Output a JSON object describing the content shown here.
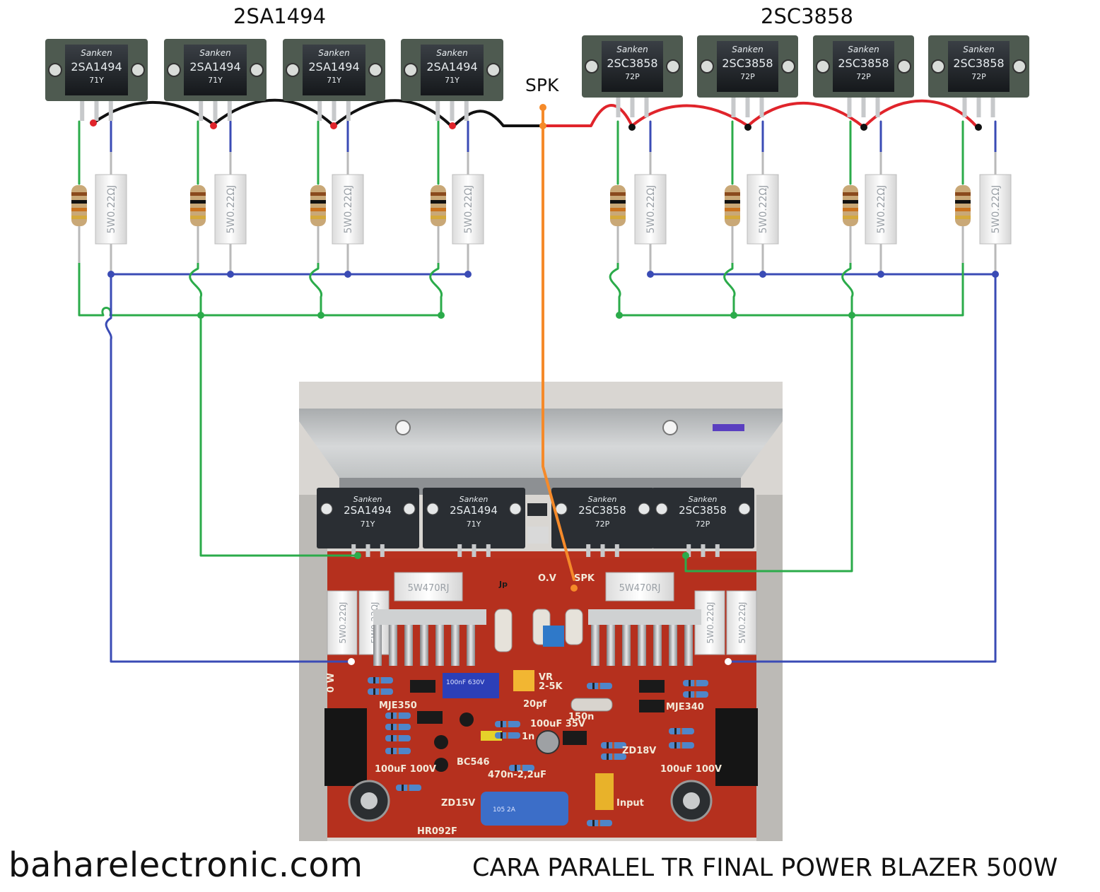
{
  "labels": {
    "left_group": "2SA1494",
    "right_group": "2SC3858",
    "speaker": "SPK",
    "website": "baharelectronic.com",
    "caption": "CARA PARALEL TR FINAL POWER BLAZER 500W"
  },
  "transistors": {
    "pnp": {
      "brand": "Sanken",
      "part": "2SA1494",
      "code": "71Y"
    },
    "npn": {
      "brand": "Sanken",
      "part": "2SC3858",
      "code": "72P"
    }
  },
  "emitter_resistor": {
    "label": "5W0.22ΩJ",
    "board_label": "5W0.22ΩJ"
  },
  "board": {
    "bias_resistor": "5W470RJ",
    "ov_label": "O.V",
    "spk_label": "SPK",
    "jp_label": "Jp",
    "vr_label": "VR",
    "vr_value": "2-5K",
    "mje_left": "MJE350",
    "mje_right": "MJE340",
    "cap_left": "100uF 100V",
    "cap_right": "100uF 100V",
    "zd15": "ZD15V",
    "zd18": "ZD18V",
    "input": "Input",
    "bc546": "BC546",
    "cap_mid": "100uF 35V",
    "n1": "1n",
    "cap_470n": "470n-2,2uF",
    "film_cap": "105 2A",
    "hr": "HR092F",
    "n150": "150n",
    "blue_cap": "100nF 630V",
    "pf20": "20pf",
    "watt_mark": "0 W"
  },
  "colors": {
    "green_wire": "#2bab4a",
    "blue_wire": "#3a4bb5",
    "red_wire": "#e0242b",
    "black_wire": "#111111",
    "orange_wire": "#f58a2a",
    "pcb_red": "#b8321f"
  }
}
